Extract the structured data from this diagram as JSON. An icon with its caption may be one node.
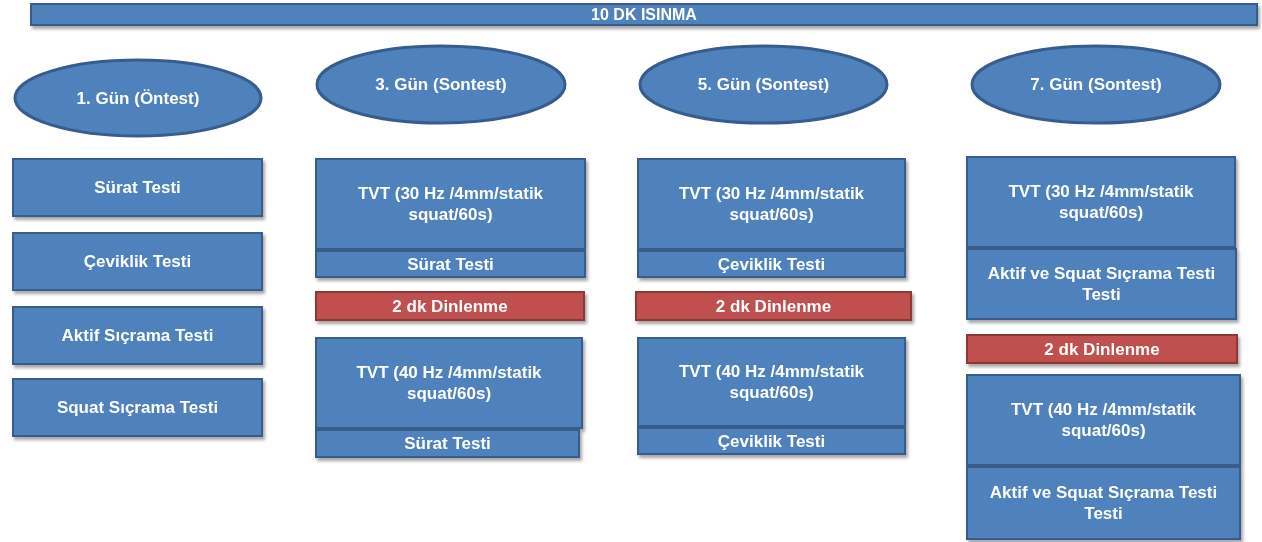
{
  "diagram": {
    "nodes": [
      {
        "text": [
          "10 DK ISINMA"
        ]
      },
      {
        "text": [
          "1. Gün (Öntest)"
        ]
      },
      {
        "text": [
          "3. Gün (Sontest)"
        ]
      },
      {
        "text": [
          "5. Gün (Sontest)"
        ]
      },
      {
        "text": [
          "7. Gün (Sontest)"
        ]
      },
      {
        "text": [
          "Sürat Testi"
        ]
      },
      {
        "text": [
          "Çeviklik Testi"
        ]
      },
      {
        "text": [
          "Aktif Sıçrama Testi"
        ]
      },
      {
        "text": [
          "Squat Sıçrama Testi"
        ]
      },
      {
        "text": [
          "TVT (30 Hz /4mm/statik squat/60s)"
        ]
      },
      {
        "text": [
          "Sürat Testi"
        ]
      },
      {
        "text": [
          "2 dk Dinlenme"
        ]
      },
      {
        "text": [
          "TVT (40 Hz /4mm/statik squat/60s)"
        ]
      },
      {
        "text": [
          "Sürat Testi"
        ]
      },
      {
        "text": [
          "TVT (30 Hz /4mm/statik squat/60s)"
        ]
      },
      {
        "text": [
          "Çeviklik Testi"
        ]
      },
      {
        "text": [
          "2 dk Dinlenme"
        ]
      },
      {
        "text": [
          "TVT (40 Hz /4mm/statik squat/60s)"
        ]
      },
      {
        "text": [
          "Çeviklik Testi"
        ]
      },
      {
        "text": [
          "TVT (30 Hz /4mm/statik squat/60s)"
        ]
      },
      {
        "text": [
          "Aktif ve Squat Sıçrama Testi Testi"
        ]
      },
      {
        "text": [
          "2 dk Dinlenme"
        ]
      },
      {
        "text": [
          "TVT (40 Hz /4mm/statik squat/60s)"
        ]
      },
      {
        "text": [
          "Aktif ve Squat Sıçrama Testi Testi"
        ]
      }
    ]
  }
}
